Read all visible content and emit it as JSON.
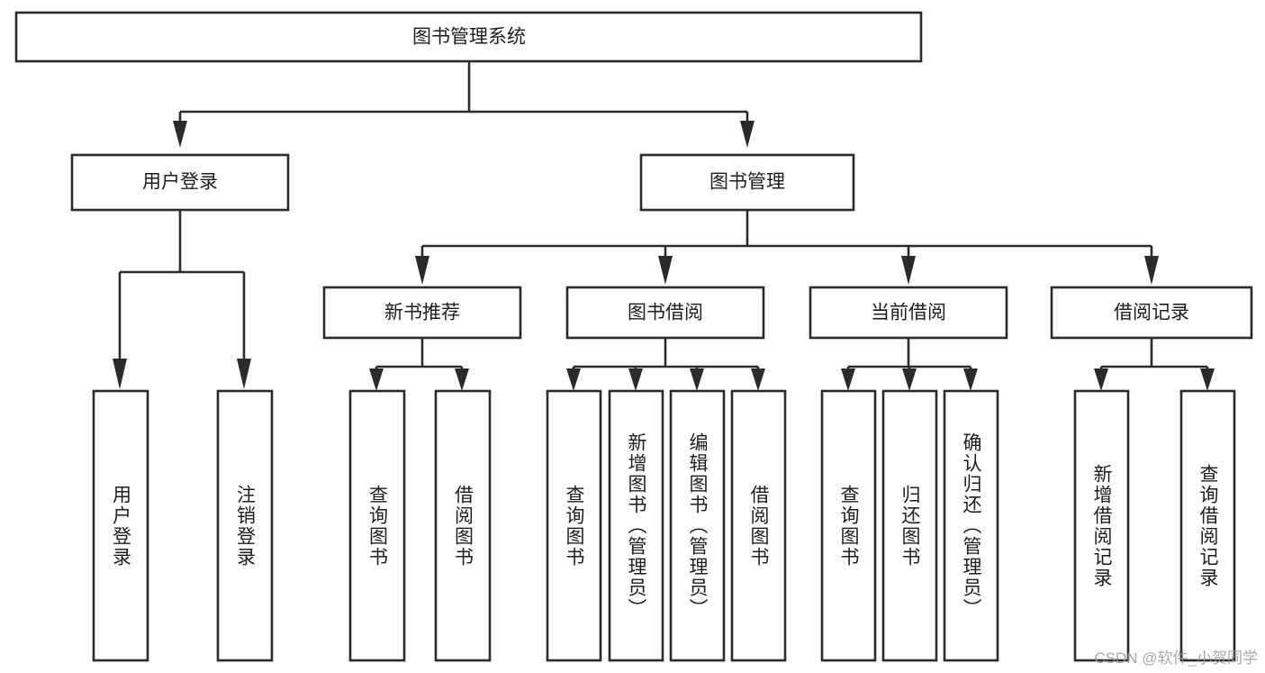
{
  "diagram": {
    "title": "图书管理系统",
    "type": "功能结构图",
    "watermark": "CSDN @软件_小贺同学",
    "colors": {
      "stroke": "#2b2b2b",
      "fill": "#ffffff",
      "text": "#1d1d1d",
      "watermark": "#9a9a9a",
      "background": "#ffffff"
    },
    "root": {
      "label": "图书管理系统"
    },
    "level2": [
      {
        "label": "用户登录"
      },
      {
        "label": "图书管理"
      }
    ],
    "level3": [
      {
        "label": "新书推荐"
      },
      {
        "label": "图书借阅"
      },
      {
        "label": "当前借阅"
      },
      {
        "label": "借阅记录"
      }
    ],
    "leaves": {
      "user_login": [
        {
          "label": "用户登录"
        },
        {
          "label": "注销登录"
        }
      ],
      "new_book": [
        {
          "label": "查询图书"
        },
        {
          "label": "借阅图书"
        }
      ],
      "book_borrow": [
        {
          "label": "查询图书"
        },
        {
          "label": "新增图书（管理员）"
        },
        {
          "label": "编辑图书（管理员）"
        },
        {
          "label": "借阅图书"
        }
      ],
      "current_borrow": [
        {
          "label": "查询图书"
        },
        {
          "label": "归还图书"
        },
        {
          "label": "确认归还（管理员）"
        }
      ],
      "borrow_record": [
        {
          "label": "新增借阅记录"
        },
        {
          "label": "查询借阅记录"
        }
      ]
    }
  }
}
